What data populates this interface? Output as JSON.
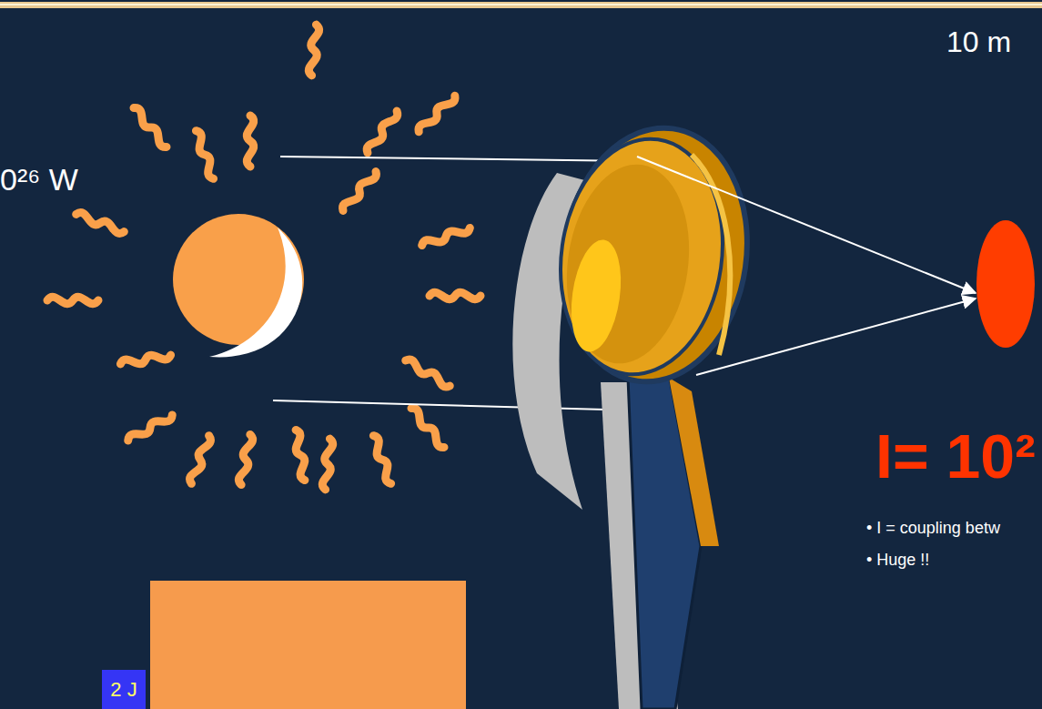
{
  "diagram": {
    "nodes": [
      {
        "text": [
          "2 J"
        ]
      }
    ],
    "labels": [
      "0²⁶ W",
      "10 m",
      "I= 10²",
      "• I = coupling betw",
      "• Huge !!"
    ]
  }
}
